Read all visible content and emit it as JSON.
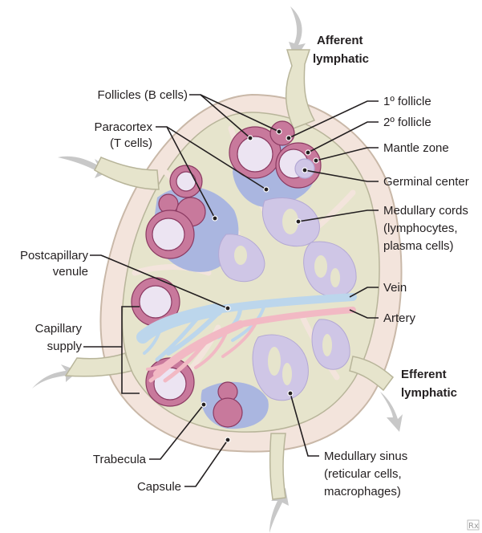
{
  "labels": {
    "afferent_1": "Afferent",
    "afferent_2": "lymphatic",
    "follicles_b_cells": "Follicles (B cells)",
    "paracortex_1": "Paracortex",
    "paracortex_2": "(T cells)",
    "primary_follicle": "1º follicle",
    "secondary_follicle": "2º follicle",
    "mantle_zone": "Mantle zone",
    "germinal_center": "Germinal center",
    "medullary_cords_1": "Medullary cords",
    "medullary_cords_2": "(lymphocytes,",
    "medullary_cords_3": "plasma cells)",
    "postcapillary_1": "Postcapillary",
    "postcapillary_2": "venule",
    "vein": "Vein",
    "artery": "Artery",
    "capillary_1": "Capillary",
    "capillary_2": "supply",
    "efferent_1": "Efferent",
    "efferent_2": "lymphatic",
    "trabecula": "Trabecula",
    "capsule": "Capsule",
    "medullary_sinus_1": "Medullary sinus",
    "medullary_sinus_2": "(reticular cells,",
    "medullary_sinus_3": "macrophages)",
    "rx_mark": "Rx"
  },
  "colors": {
    "capsule": "#f3e4dc",
    "capsule_stroke": "#c9b8a8",
    "node_body": "#e6e4cc",
    "follicle_outer": "#c8799c",
    "follicle_inner": "#ece4f2",
    "paracortex": "#aab6e0",
    "medulla": "#cfc6e6",
    "vein": "#bcd6ec",
    "artery": "#f2b9c4",
    "arrow": "#c8c8c8"
  }
}
